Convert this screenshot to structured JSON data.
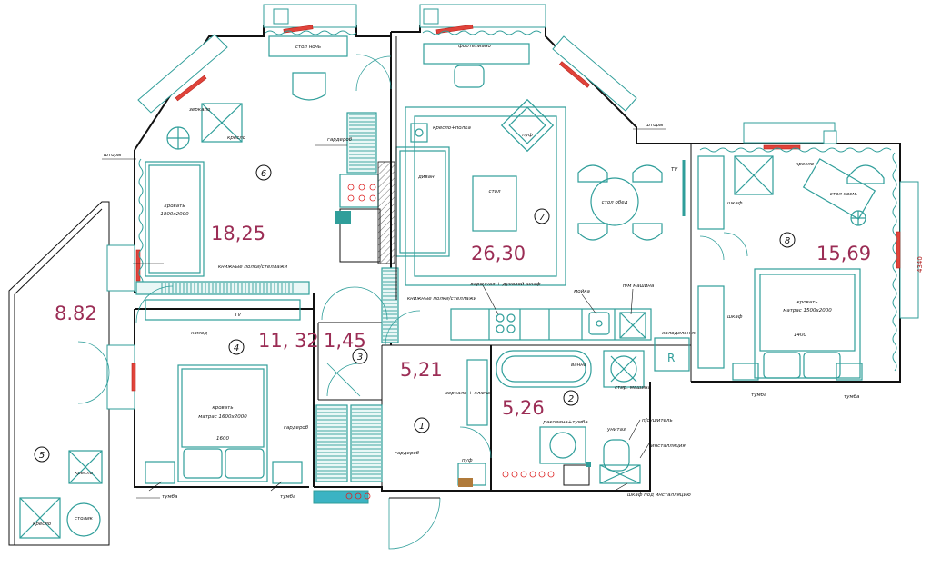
{
  "areas": {
    "bedroom_6": "18,25",
    "living_7": "26,30",
    "bedroom_8": "15,69",
    "bedroom_4": "11, 32",
    "storage_3": "1,45",
    "hall_1": "5,21",
    "bathroom_2": "5,26",
    "balcony_5": "8.82"
  },
  "room_numbers": {
    "r1": "1",
    "r2": "2",
    "r3": "3",
    "r4": "4",
    "r5": "5",
    "r6": "6",
    "r7": "7",
    "r8": "8"
  },
  "dimensions": {
    "bed_8_width": "1400",
    "bed_4_width": "1600",
    "room_8_side": "4340"
  },
  "notes": {
    "desk_6": "стол ночь",
    "tv_cabinet_7": "фортепиано",
    "window_label_6": "шторы",
    "window_label_7": "шторы",
    "mirror_6": "зеркало",
    "bed_6": "кровать",
    "bed_6_size": "1800x2000",
    "wardrobe_6": "гардероб",
    "chair_6": "кресло",
    "shelves_6": "книжные полки/стеллажи",
    "shelves_7": "книжные полки/стеллажи",
    "sofa_7": "диван",
    "table_7": "стол",
    "pouf_7": "пуф",
    "dining_7": "стол обед",
    "armchair_7": "кресло+полка",
    "tv": "TV",
    "fridge": "R",
    "dishwasher": "п/м машина",
    "hob": "варочная + духовой шкаф",
    "sink": "мойка",
    "console_4": "комод",
    "bed_4": "кровать",
    "bed_4_size": "матрас 1600x2000",
    "wardrobe_4": "гардероб",
    "torch_4a": "тумба",
    "torch_4b": "тумба",
    "hall_mirror": "зеркало + ключи",
    "hall_wardrobe": "гардероб",
    "hall_pouf": "пуф",
    "bath": "ванна",
    "wash_machine": "стир. машина",
    "basin": "раковина+тумба",
    "toilet": "унитаз",
    "towel": "п/сушитель",
    "wc_tank": "инсталляция",
    "utility": "шкаф под инсталляцию",
    "tumb_8a": "тумба",
    "tumb_8b": "тумба",
    "wardrobe_8a": "шкаф",
    "wardrobe_8b": "шкаф",
    "bed_8": "кровать",
    "bed_8_size": "матрас 1500x2000",
    "desk_8": "стол косм.",
    "chair_8": "кресло",
    "fridge_note": "холодильник",
    "plant_5": "кресло",
    "plant_5b": "столик",
    "chair_5": "кресло"
  },
  "colors": {
    "furniture": "#2f9e9a",
    "radiator": "#e0433a",
    "area_label": "#9b2d55",
    "wall": "#111111"
  }
}
